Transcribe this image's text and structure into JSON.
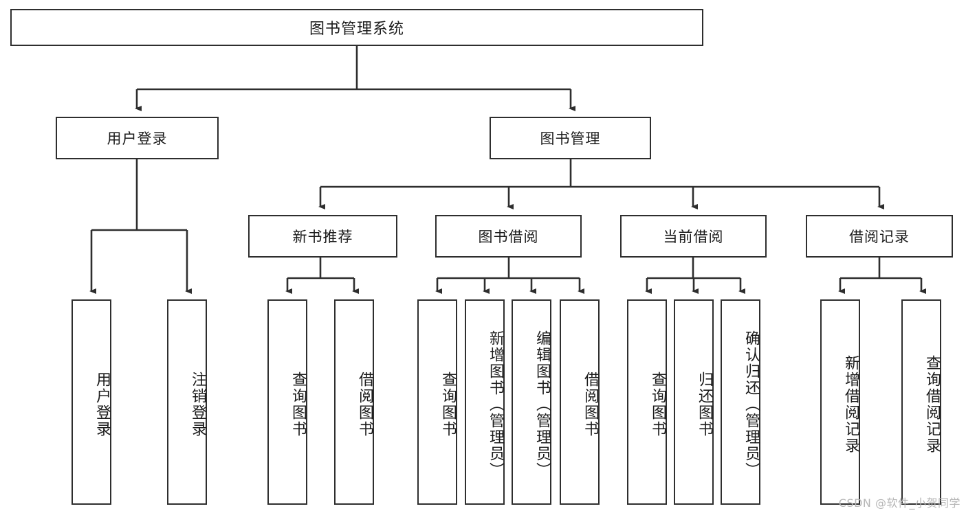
{
  "diagram": {
    "title": "图书管理系统",
    "type": "功能结构图",
    "colors": {
      "background": "#ffffff",
      "border": "#2e2e2e",
      "text": "#1b1b1b",
      "edge": "#2e2e2e",
      "watermark": "#b6b6b6"
    },
    "root": {
      "label": "图书管理系统"
    },
    "level2": [
      {
        "label": "用户登录"
      },
      {
        "label": "图书管理"
      }
    ],
    "level3": [
      {
        "label": "新书推荐"
      },
      {
        "label": "图书借阅"
      },
      {
        "label": "当前借阅"
      },
      {
        "label": "借阅记录"
      }
    ],
    "leaves": {
      "user_login": [
        {
          "label": "用户登录"
        },
        {
          "label": "注销登录"
        }
      ],
      "new_book_recommend": [
        {
          "label": "查询图书"
        },
        {
          "label": "借阅图书"
        }
      ],
      "book_borrow": [
        {
          "label": "查询图书"
        },
        {
          "label": "新增图书（管理员）"
        },
        {
          "label": "编辑图书（管理员）"
        },
        {
          "label": "借阅图书"
        }
      ],
      "current_borrow": [
        {
          "label": "查询图书"
        },
        {
          "label": "归还图书"
        },
        {
          "label": "确认归还（管理员）"
        }
      ],
      "borrow_record": [
        {
          "label": "新增借阅记录"
        },
        {
          "label": "查询借阅记录"
        }
      ]
    },
    "watermark": "CSDN @软件_小贺同学"
  }
}
